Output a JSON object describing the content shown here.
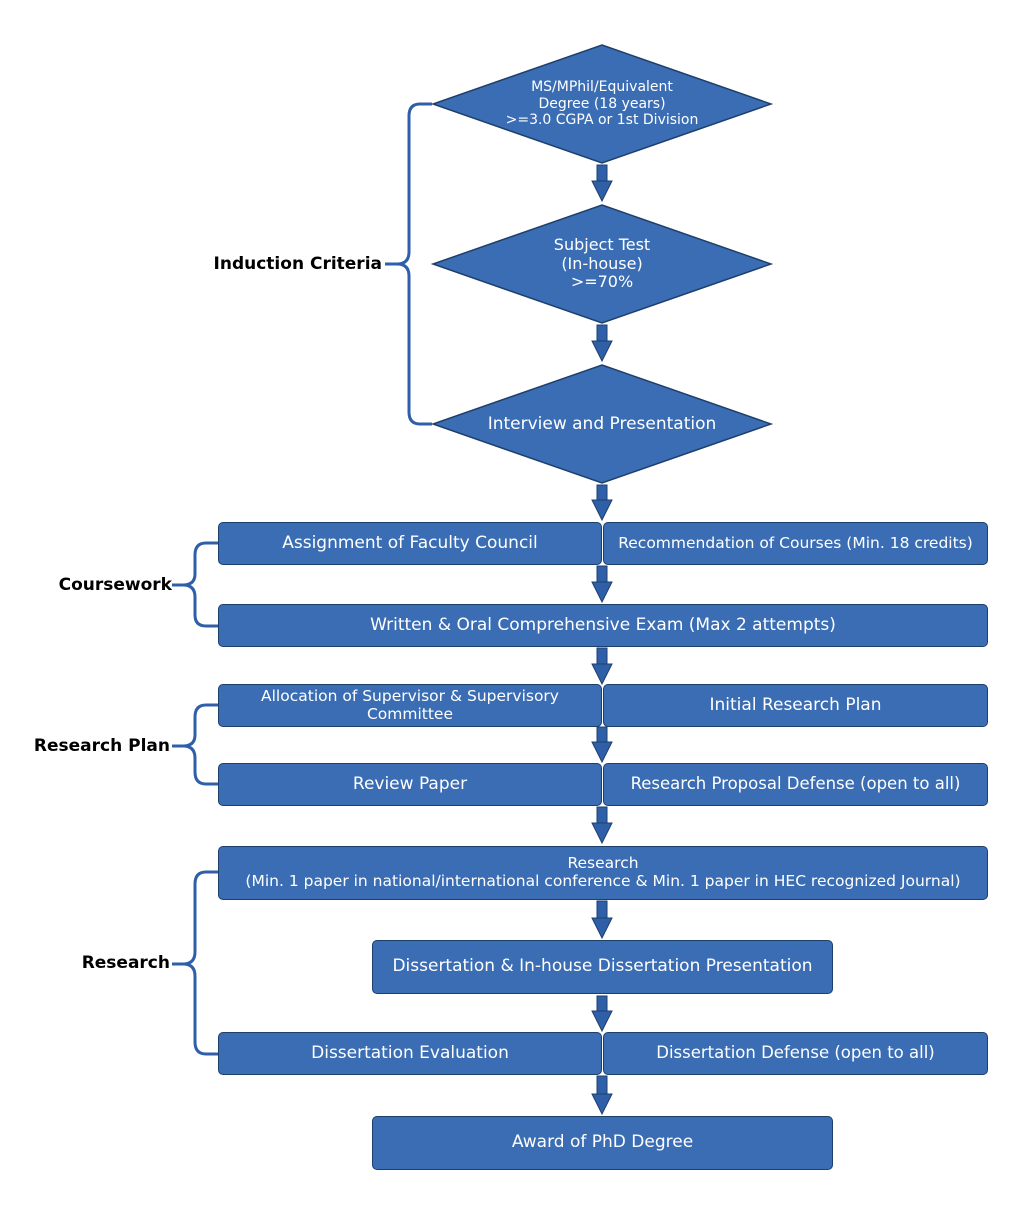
{
  "colors": {
    "fill": "#3a6db3",
    "border": "#1f3f6b",
    "bracket": "#2f5fa8",
    "arrow": "#2f5fa8",
    "text": "#ffffff"
  },
  "phases": {
    "induction": "Induction Criteria",
    "coursework": "Coursework",
    "research_plan": "Research Plan",
    "research": "Research"
  },
  "induction": {
    "eligibility": [
      "MS/MPhil/Equivalent",
      "Degree (18 years)",
      ">=3.0 CGPA or 1st Division"
    ],
    "subject_test": [
      "Subject Test",
      "(In-house)",
      ">=70%"
    ],
    "interview": "Interview and Presentation"
  },
  "coursework": {
    "faculty_council": "Assignment of Faculty Council",
    "courses": "Recommendation of Courses (Min. 18 credits)",
    "comprehensive_exam": "Written & Oral Comprehensive Exam (Max 2 attempts)"
  },
  "research_plan": {
    "supervisor": [
      "Allocation of Supervisor & Supervisory",
      "Committee"
    ],
    "initial_plan": "Initial Research Plan",
    "review_paper": "Review Paper",
    "proposal_defense": "Research Proposal Defense (open to all)"
  },
  "research": {
    "research_title": "Research",
    "research_detail": "(Min. 1 paper in national/international conference & Min. 1 paper in HEC recognized Journal)",
    "dissertation": "Dissertation & In-house Dissertation Presentation",
    "evaluation": "Dissertation Evaluation",
    "defense": "Dissertation Defense (open to all)"
  },
  "award": "Award of PhD Degree"
}
